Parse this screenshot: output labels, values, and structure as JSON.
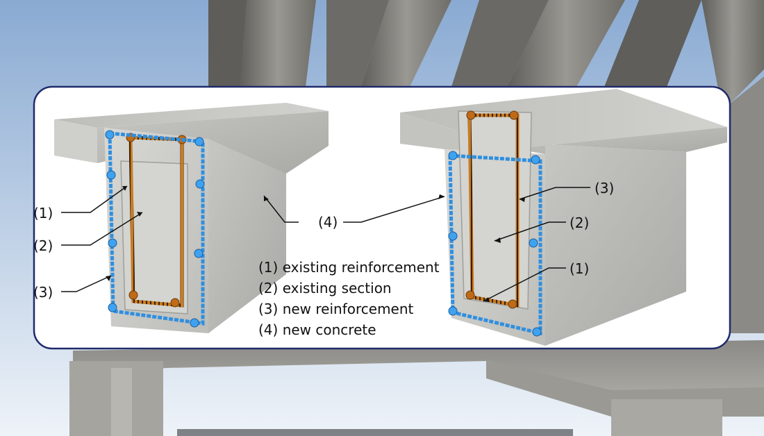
{
  "diagram": {
    "labels_left": {
      "l1": "(1)",
      "l2": "(2)",
      "l3": "(3)",
      "l4": "(4)"
    },
    "labels_right": {
      "r1": "(1)",
      "r2": "(2)",
      "r3": "(3)"
    },
    "legend": [
      "(1) existing reinforcement",
      "(2) existing section",
      "(3) new reinforcement",
      "(4) new concrete"
    ]
  },
  "colors": {
    "sky_top": "#8fb0d6",
    "sky_bottom": "#e6eef6",
    "concrete_dark": "#6b6b6a",
    "concrete": "#c9c9c6",
    "panel_border": "#1f2a6b",
    "existing_rebar": "#c97a1f",
    "new_rebar": "#2f8fe0"
  },
  "icons": [
    "bridge-background-photo",
    "beam-3d-left",
    "beam-3d-right"
  ]
}
